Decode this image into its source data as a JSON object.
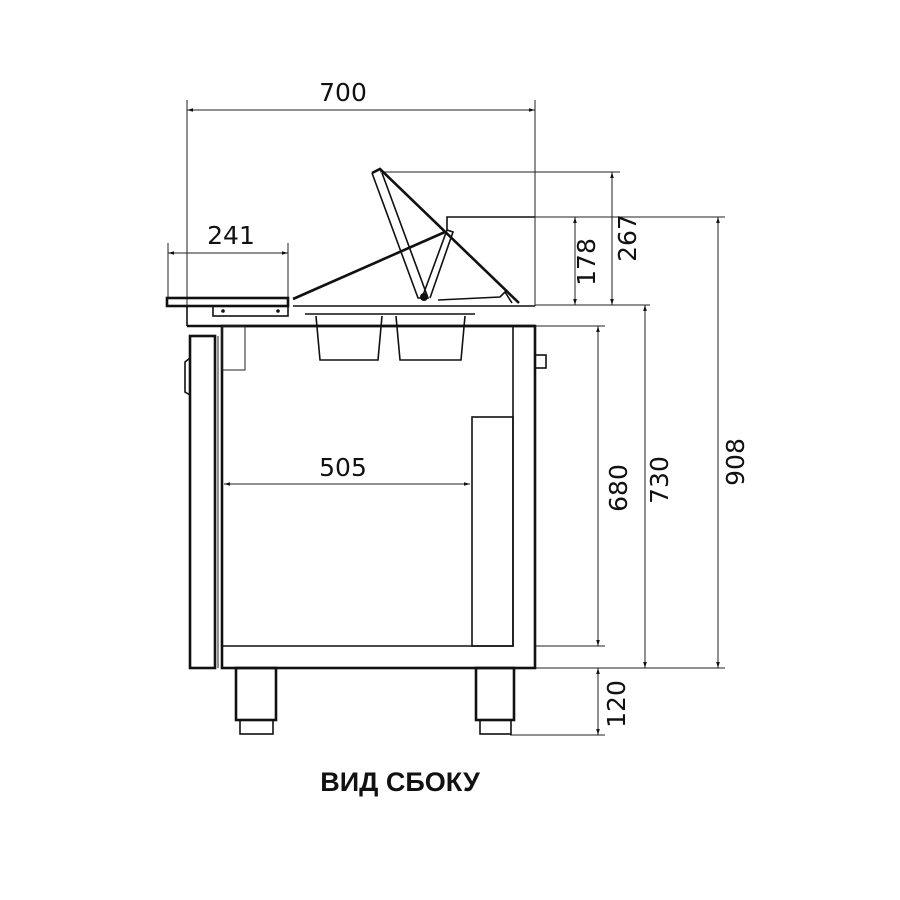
{
  "drawing": {
    "caption": "ВИД СБОКУ",
    "dimensions": {
      "overall_depth": "700",
      "shelf_depth": "241",
      "inner_depth": "505",
      "lid_height": "178",
      "open_lid_height": "267",
      "inner_height": "680",
      "worktop_height": "730",
      "overall_height": "908",
      "leg_height": "120"
    }
  }
}
